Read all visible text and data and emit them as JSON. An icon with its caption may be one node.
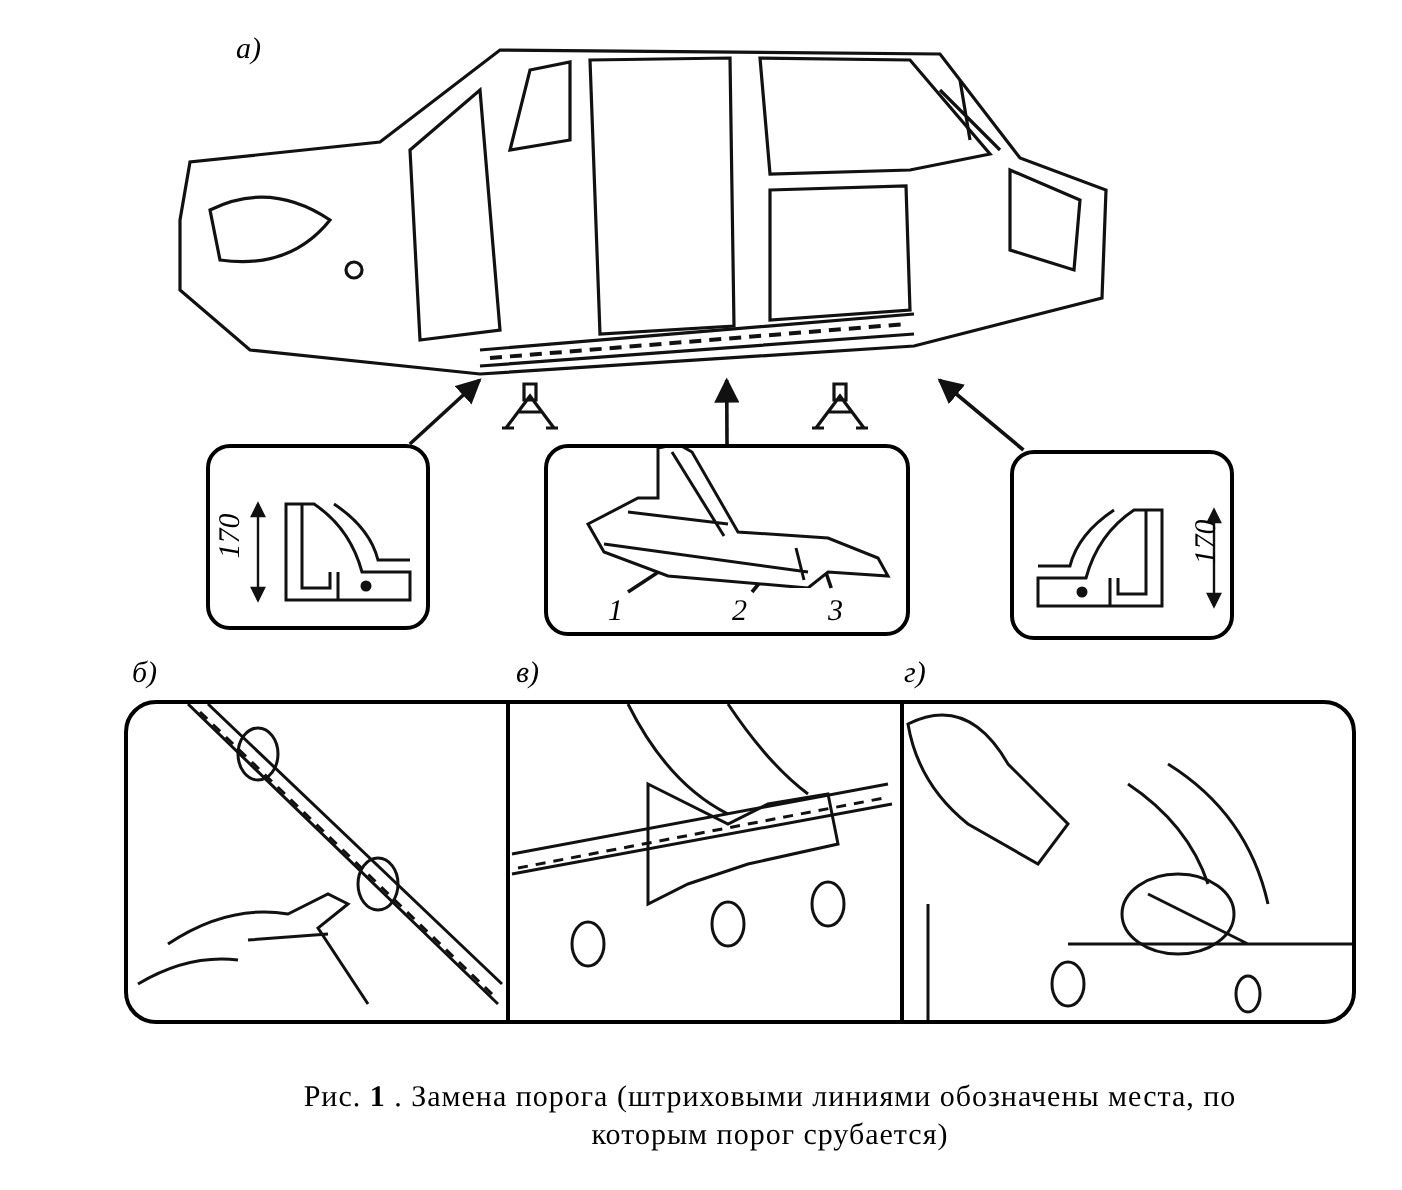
{
  "diagram": {
    "caption": "Рис. **1** . Замена порога (штриховыми линиями обозначены места, по которым порог срубается)",
    "nodes": [
      {
        "text": [],
        "shape": "picture"
      },
      {
        "text": [],
        "shape": "box"
      },
      {
        "text": [],
        "shape": "box"
      },
      {
        "text": [
          "1"
        ],
        "in": 2
      },
      {
        "text": [
          "2"
        ],
        "in": 2
      },
      {
        "text": [
          "3"
        ],
        "in": 2
      },
      {
        "text": [],
        "shape": "box"
      },
      {
        "text": [],
        "shape": "picture",
        "in": 2
      }
    ],
    "edges": [
      {
        "from": 1,
        "to": 0,
        "arrow": "to"
      },
      {
        "from": 2,
        "to": 0,
        "arrow": "to"
      },
      {
        "from": 6,
        "to": 0,
        "arrow": "to"
      },
      {
        "from": 3,
        "to": 7,
        "arrow": "none"
      },
      {
        "from": 4,
        "to": 7,
        "arrow": "none"
      },
      {
        "from": 5,
        "to": 7,
        "arrow": "none"
      }
    ],
    "labels": [
      "а)",
      "170",
      "170",
      "б)",
      "в)",
      "г)"
    ]
  }
}
